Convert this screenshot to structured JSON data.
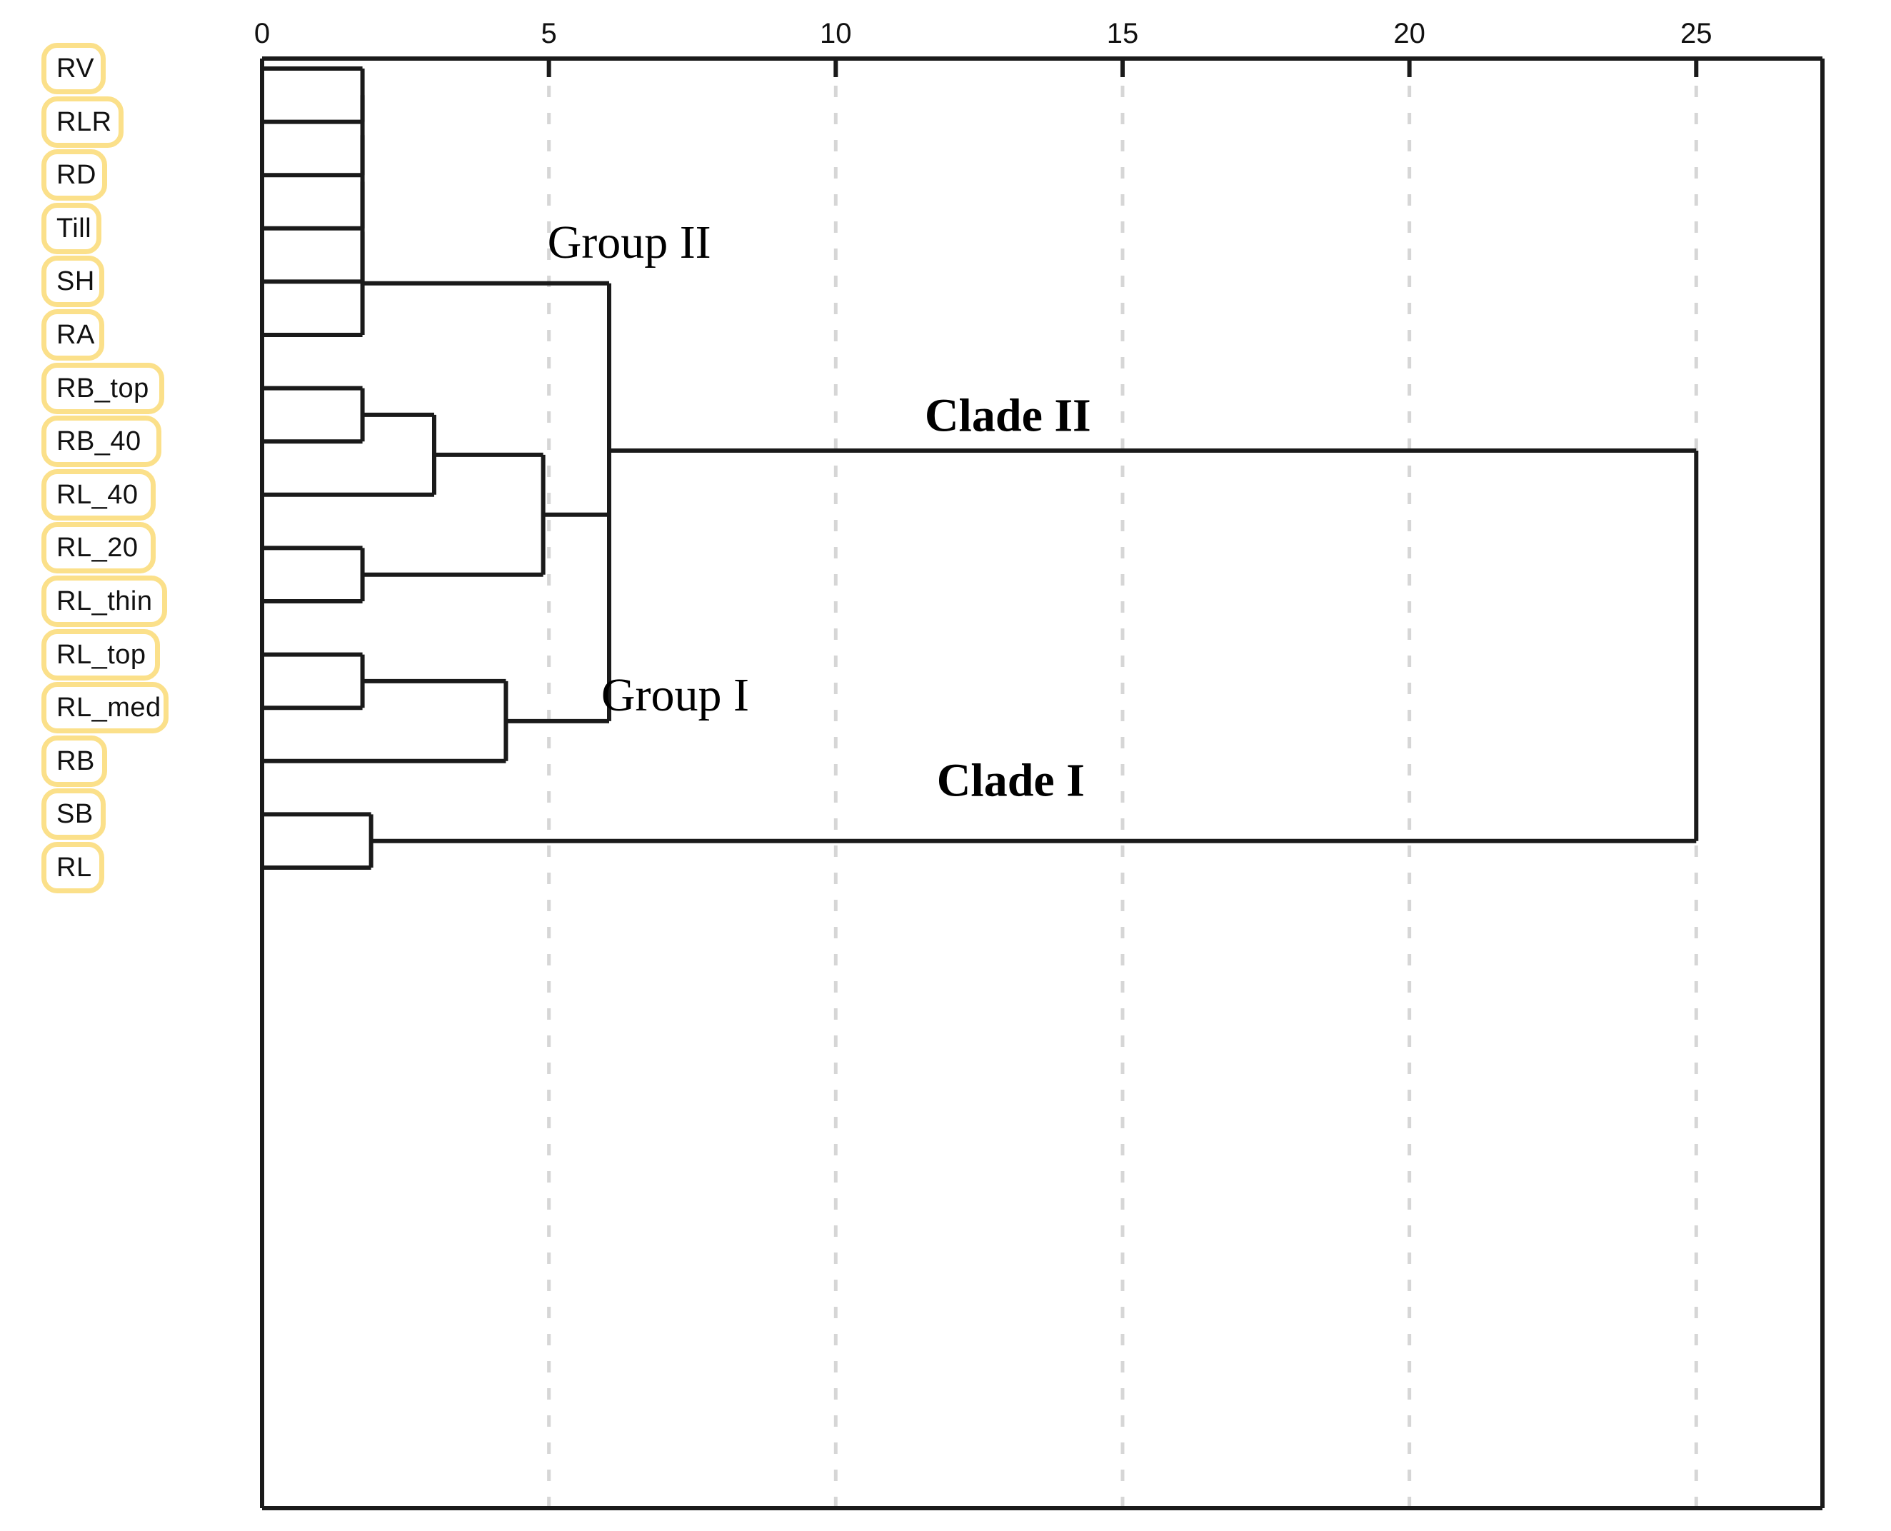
{
  "figure": {
    "kind": "dendrogram",
    "background": "#ffffff",
    "line_color": "#1a1a1a",
    "grid_color": "#d6d6d6",
    "label_border_color": "#fbe08a"
  },
  "axis": {
    "orientation": "top",
    "tick_labels": [
      "0",
      "5",
      "10",
      "15",
      "20",
      "25"
    ],
    "tick_values": [
      0,
      5,
      10,
      15,
      20,
      25
    ],
    "range": [
      0,
      27.2
    ],
    "grid": "dashed-vertical"
  },
  "leaves": [
    {
      "label": "RV"
    },
    {
      "label": "RLR"
    },
    {
      "label": "RD"
    },
    {
      "label": "Till"
    },
    {
      "label": "SH"
    },
    {
      "label": "RA"
    },
    {
      "label": "RB_top"
    },
    {
      "label": "RB_40"
    },
    {
      "label": "RL_40"
    },
    {
      "label": "RL_20"
    },
    {
      "label": "RL_thin"
    },
    {
      "label": "RL_top"
    },
    {
      "label": "RL_med"
    },
    {
      "label": "RB"
    },
    {
      "label": "SB"
    },
    {
      "label": "RL"
    }
  ],
  "annotations": [
    {
      "text": "Group II",
      "x": 6.4,
      "y_leaf": 3.35,
      "style": "regular"
    },
    {
      "text": "Clade II",
      "x": 13.0,
      "y_leaf": 6.6,
      "style": "bold"
    },
    {
      "text": "Group I",
      "x": 7.2,
      "y_leaf": 11.85,
      "style": "regular"
    },
    {
      "text": "Clade I",
      "x": 13.05,
      "y_leaf": 13.45,
      "style": "bold"
    }
  ],
  "chart_data": {
    "type": "dendrogram",
    "title": "",
    "xlabel": "",
    "ylabel": "",
    "xlim": [
      0,
      27.2
    ],
    "grid": true,
    "orientation": "left-to-right",
    "leaf_order": [
      "RV",
      "RLR",
      "RD",
      "Till",
      "SH",
      "RA",
      "RB_top",
      "RB_40",
      "RL_40",
      "RL_20",
      "RL_thin",
      "RL_top",
      "RL_med",
      "RB",
      "SB",
      "RL"
    ],
    "merges": [
      {
        "id": "m1",
        "left": "RV",
        "right": "RLR",
        "height": 1.75
      },
      {
        "id": "m2",
        "left": "m1",
        "right": "RD",
        "height": 1.75
      },
      {
        "id": "m3",
        "left": "m2",
        "right": "Till",
        "height": 1.75
      },
      {
        "id": "m4",
        "left": "m3",
        "right": "SH",
        "height": 1.75
      },
      {
        "id": "m5",
        "left": "m4",
        "right": "RA",
        "height": 1.75
      },
      {
        "id": "m6",
        "left": "RB_top",
        "right": "RB_40",
        "height": 1.75
      },
      {
        "id": "m7",
        "left": "RL_40",
        "right": "m6",
        "height": 3.0
      },
      {
        "id": "m8",
        "left": "RL_20",
        "right": "RL_thin",
        "height": 1.75
      },
      {
        "id": "m9",
        "left": "m8",
        "right": "m7",
        "height": 4.9
      },
      {
        "id": "m10",
        "left": "RL_top",
        "right": "RL_med",
        "height": 1.75
      },
      {
        "id": "m11",
        "left": "m10",
        "right": "RB",
        "height": 4.25
      },
      {
        "id": "m12",
        "left": "m11",
        "right": "m9",
        "height": 6.05
      },
      {
        "id": "m13",
        "left": "m5",
        "right": "m12",
        "height": 6.05
      },
      {
        "id": "m14",
        "left": "SB",
        "right": "RL",
        "height": 1.9
      },
      {
        "id": "m15",
        "left": "m13",
        "right": "m14",
        "height": 25.0
      }
    ],
    "clusters": {
      "Group II": [
        "RV",
        "RLR",
        "RD",
        "Till",
        "SH",
        "RA"
      ],
      "Group I": [
        "RB_top",
        "RB_40",
        "RL_40",
        "RL_20",
        "RL_thin",
        "RL_top",
        "RL_med",
        "RB"
      ],
      "Clade II": [
        "RV",
        "RLR",
        "RD",
        "Till",
        "SH",
        "RA",
        "RB_top",
        "RB_40",
        "RL_40",
        "RL_20",
        "RL_thin",
        "RL_top",
        "RL_med",
        "RB"
      ],
      "Clade I": [
        "SB",
        "RL"
      ]
    }
  }
}
